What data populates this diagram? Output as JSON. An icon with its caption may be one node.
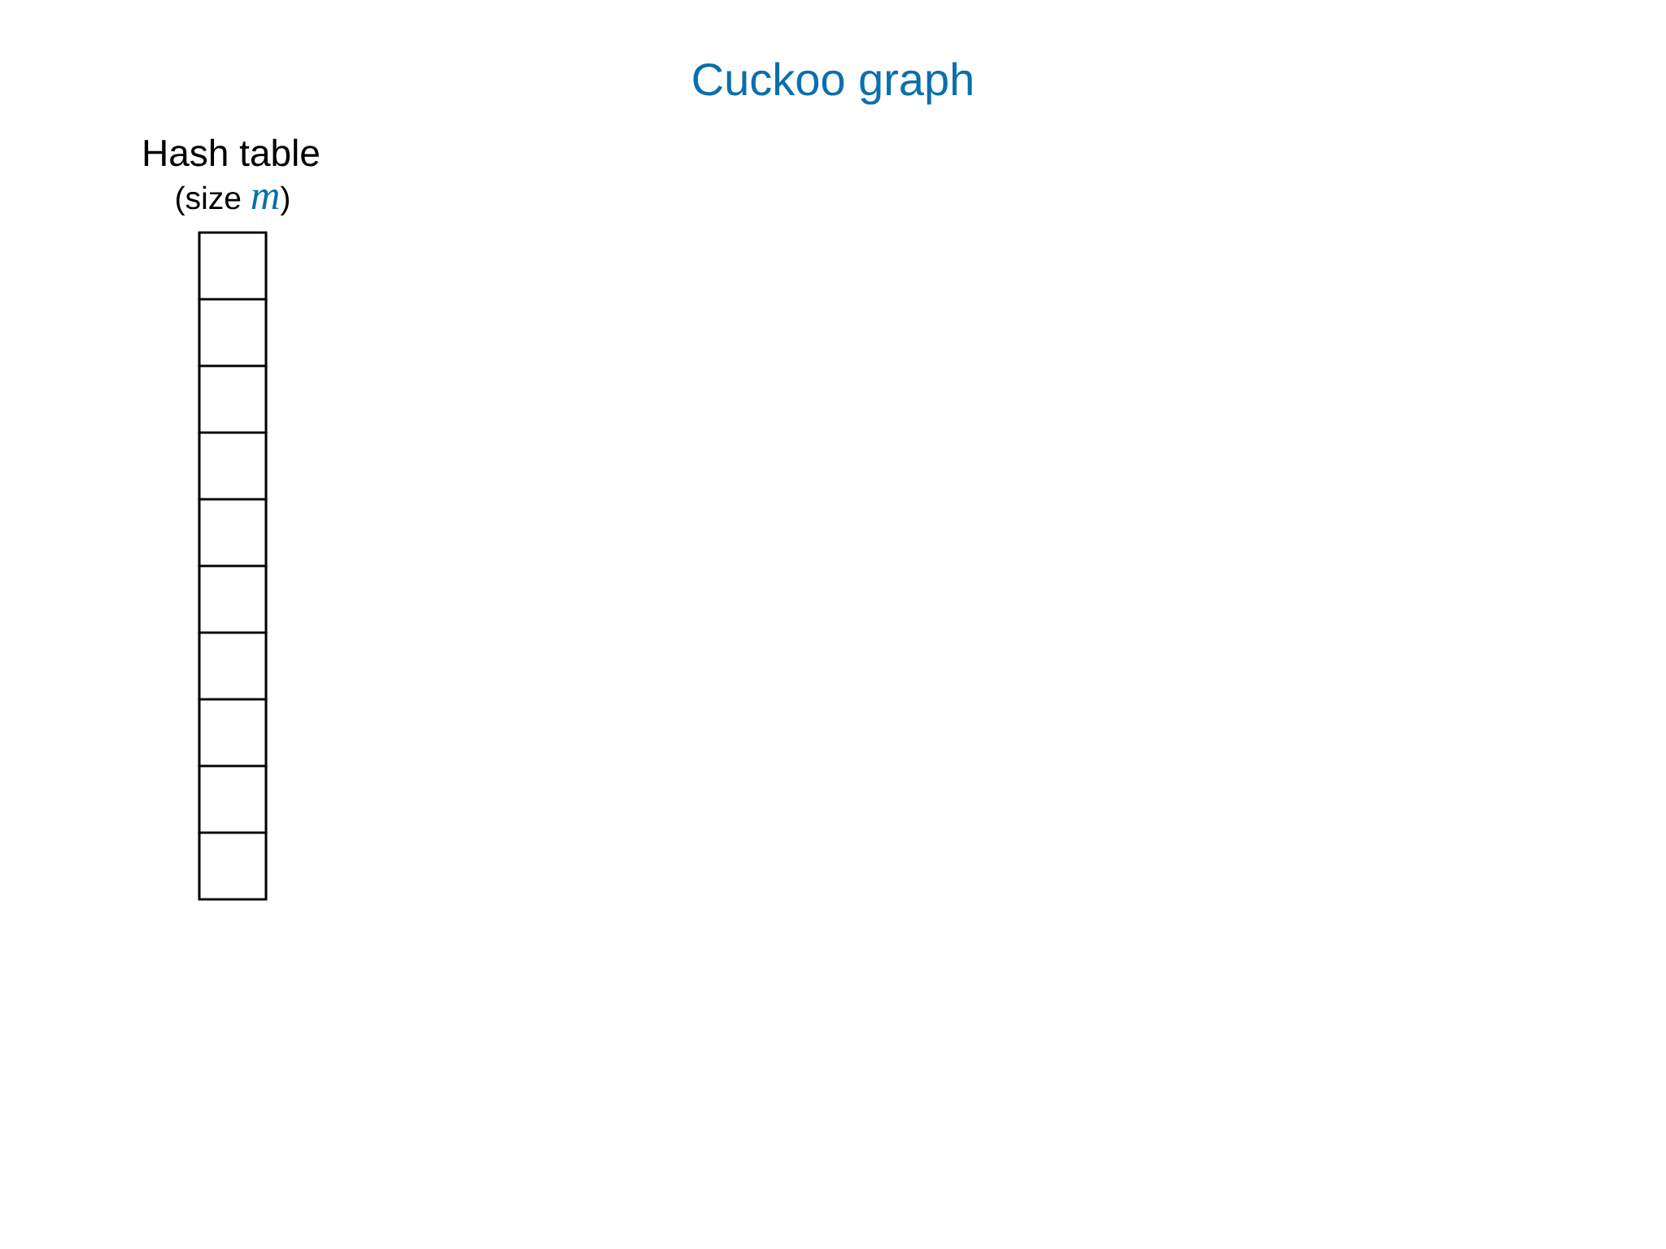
{
  "diagram": {
    "title": "Cuckoo graph",
    "nodes": [
      {
        "text": [
          "Hash table",
          "(size *m*)"
        ]
      },
      {
        "text": [],
        "shape": "box",
        "in": 0
      },
      {
        "text": [],
        "shape": "box",
        "in": 0
      },
      {
        "text": [],
        "shape": "box",
        "in": 0
      },
      {
        "text": [],
        "shape": "box",
        "in": 0
      },
      {
        "text": [],
        "shape": "box",
        "in": 0
      },
      {
        "text": [],
        "shape": "box",
        "in": 0
      },
      {
        "text": [],
        "shape": "box",
        "in": 0
      },
      {
        "text": [],
        "shape": "box",
        "in": 0
      },
      {
        "text": [],
        "shape": "box",
        "in": 0
      },
      {
        "text": [],
        "shape": "box",
        "in": 0
      }
    ]
  }
}
